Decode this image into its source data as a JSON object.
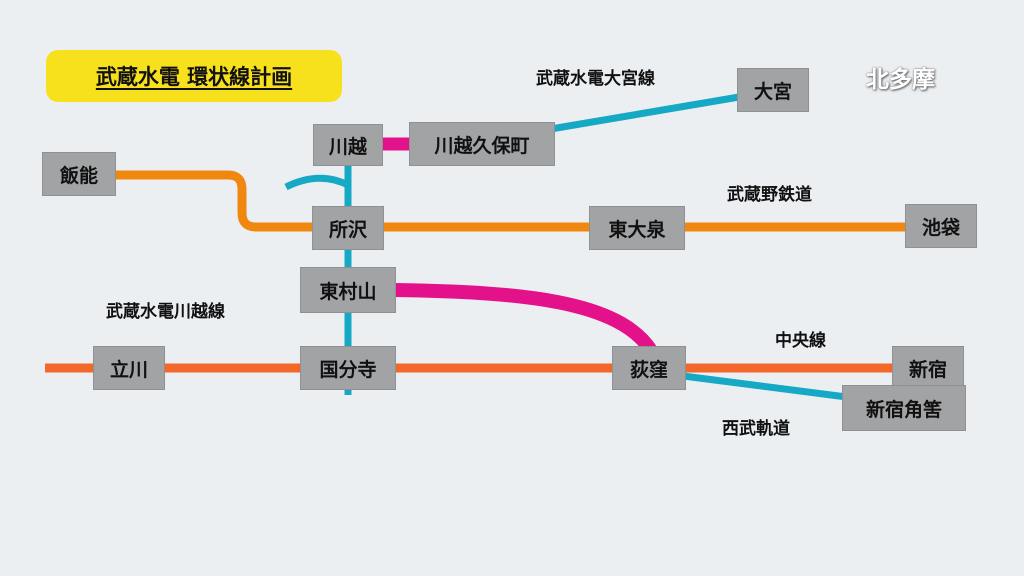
{
  "title": "武蔵水電 環状線計画",
  "region": "北多摩",
  "colors": {
    "background": "#eceff2",
    "orange_line": "#f0870e",
    "chuo_line": "#f3672a",
    "magenta_line": "#e4128a",
    "cyan_line": "#16a9c5",
    "station_fill": "#a2a3a5",
    "title_fill": "#f7e11d"
  },
  "stations": {
    "hanno": "飯能",
    "kawagoe": "川越",
    "kawagoe_kubomachi": "川越久保町",
    "omiya": "大宮",
    "tokorozawa": "所沢",
    "higashi_oizumi": "東大泉",
    "ikebukuro": "池袋",
    "higashimurayama": "東村山",
    "tachikawa": "立川",
    "kokubunji": "国分寺",
    "ogikubo": "荻窪",
    "shinjuku": "新宿",
    "shinjuku_tsunohazu": "新宿角筈"
  },
  "line_labels": {
    "omiya_line": "武蔵水電大宮線",
    "musashino": "武蔵野鉄道",
    "kawagoe_line": "武蔵水電川越線",
    "chuo": "中央線",
    "seibu_kido": "西武軌道"
  }
}
